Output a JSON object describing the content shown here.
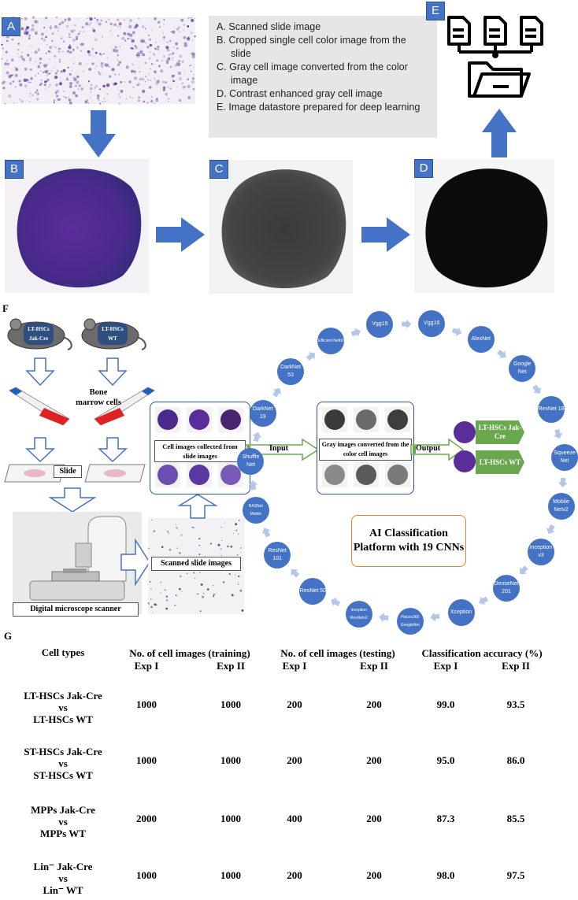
{
  "panels": {
    "a": "A",
    "b": "B",
    "c": "C",
    "d": "D",
    "e": "E",
    "f": "F",
    "g": "G"
  },
  "legend": [
    "A.  Scanned slide image",
    "B.  Cropped single cell color image from the slide",
    "C.  Gray cell image converted from the color image",
    "D.  Contrast enhanced gray cell image",
    "E.  Image datastore prepared for deep learning"
  ],
  "f_labels": {
    "mouse1": "LT-HSCs Jak-Cre",
    "mouse2": "LT-HSCs WT",
    "bone_marrow": "Bone marrow cells",
    "slide": "Slide",
    "scanner": "Digital microscope scanner",
    "scanned": "Scanned slide images",
    "collected": "Cell images collected from slide images",
    "input": "Input",
    "gray": "Gray images converted from the color cell images",
    "output": "Output",
    "out1": "LT-HSCs Jak-Cre",
    "out2": "LT-HSCs WT",
    "platform": "AI Classification Platform with 19 CNNs"
  },
  "cnns": [
    {
      "label": "Vgg19"
    },
    {
      "label": "Vgg16"
    },
    {
      "label": "AlexNet"
    },
    {
      "label": "Google Net"
    },
    {
      "label": "ResNet 18"
    },
    {
      "label": "Squeeze Net"
    },
    {
      "label": "Mobile Netv2"
    },
    {
      "label": "Inception v3"
    },
    {
      "label": "DenseNet 201"
    },
    {
      "label": "Xception"
    },
    {
      "label": "Places365 GoogleNet"
    },
    {
      "label": "Inception ResNetv2"
    },
    {
      "label": "ResNet 50"
    },
    {
      "label": "ResNet 101"
    },
    {
      "label": "NASNet Mobile"
    },
    {
      "label": "Shuffle Net"
    },
    {
      "label": "DarkNet 19"
    },
    {
      "label": "DarkNet 53"
    },
    {
      "label": "Efficient Netb0"
    }
  ],
  "table": {
    "headers": {
      "cell_types": "Cell types",
      "training": "No. of cell images (training)",
      "testing": "No. of cell images (testing)",
      "accuracy": "Classification accuracy (%)",
      "exp1": "Exp I",
      "exp2": "Exp II"
    },
    "rows": [
      {
        "l1": "LT-HSCs Jak-Cre",
        "l2": "vs",
        "l3": "LT-HSCs WT",
        "v": [
          "1000",
          "1000",
          "200",
          "200",
          "99.0",
          "93.5"
        ]
      },
      {
        "l1": "ST-HSCs Jak-Cre",
        "l2": "vs",
        "l3": "ST-HSCs WT",
        "v": [
          "1000",
          "1000",
          "200",
          "200",
          "95.0",
          "86.0"
        ]
      },
      {
        "l1": "MPPs Jak-Cre",
        "l2": "vs",
        "l3": "MPPs WT",
        "v": [
          "2000",
          "1000",
          "400",
          "200",
          "87.3",
          "85.5"
        ]
      },
      {
        "l1": "Lin⁻ Jak-Cre",
        "l2": "vs",
        "l3": "Lin⁻ WT",
        "v": [
          "1000",
          "1000",
          "200",
          "200",
          "98.0",
          "97.5"
        ]
      }
    ]
  },
  "colors": {
    "accent": "#4472c4",
    "arrow": "#4472c4",
    "green": "#6aa84f",
    "orange": "#ed7d31",
    "purple": "#4b2a8c"
  }
}
